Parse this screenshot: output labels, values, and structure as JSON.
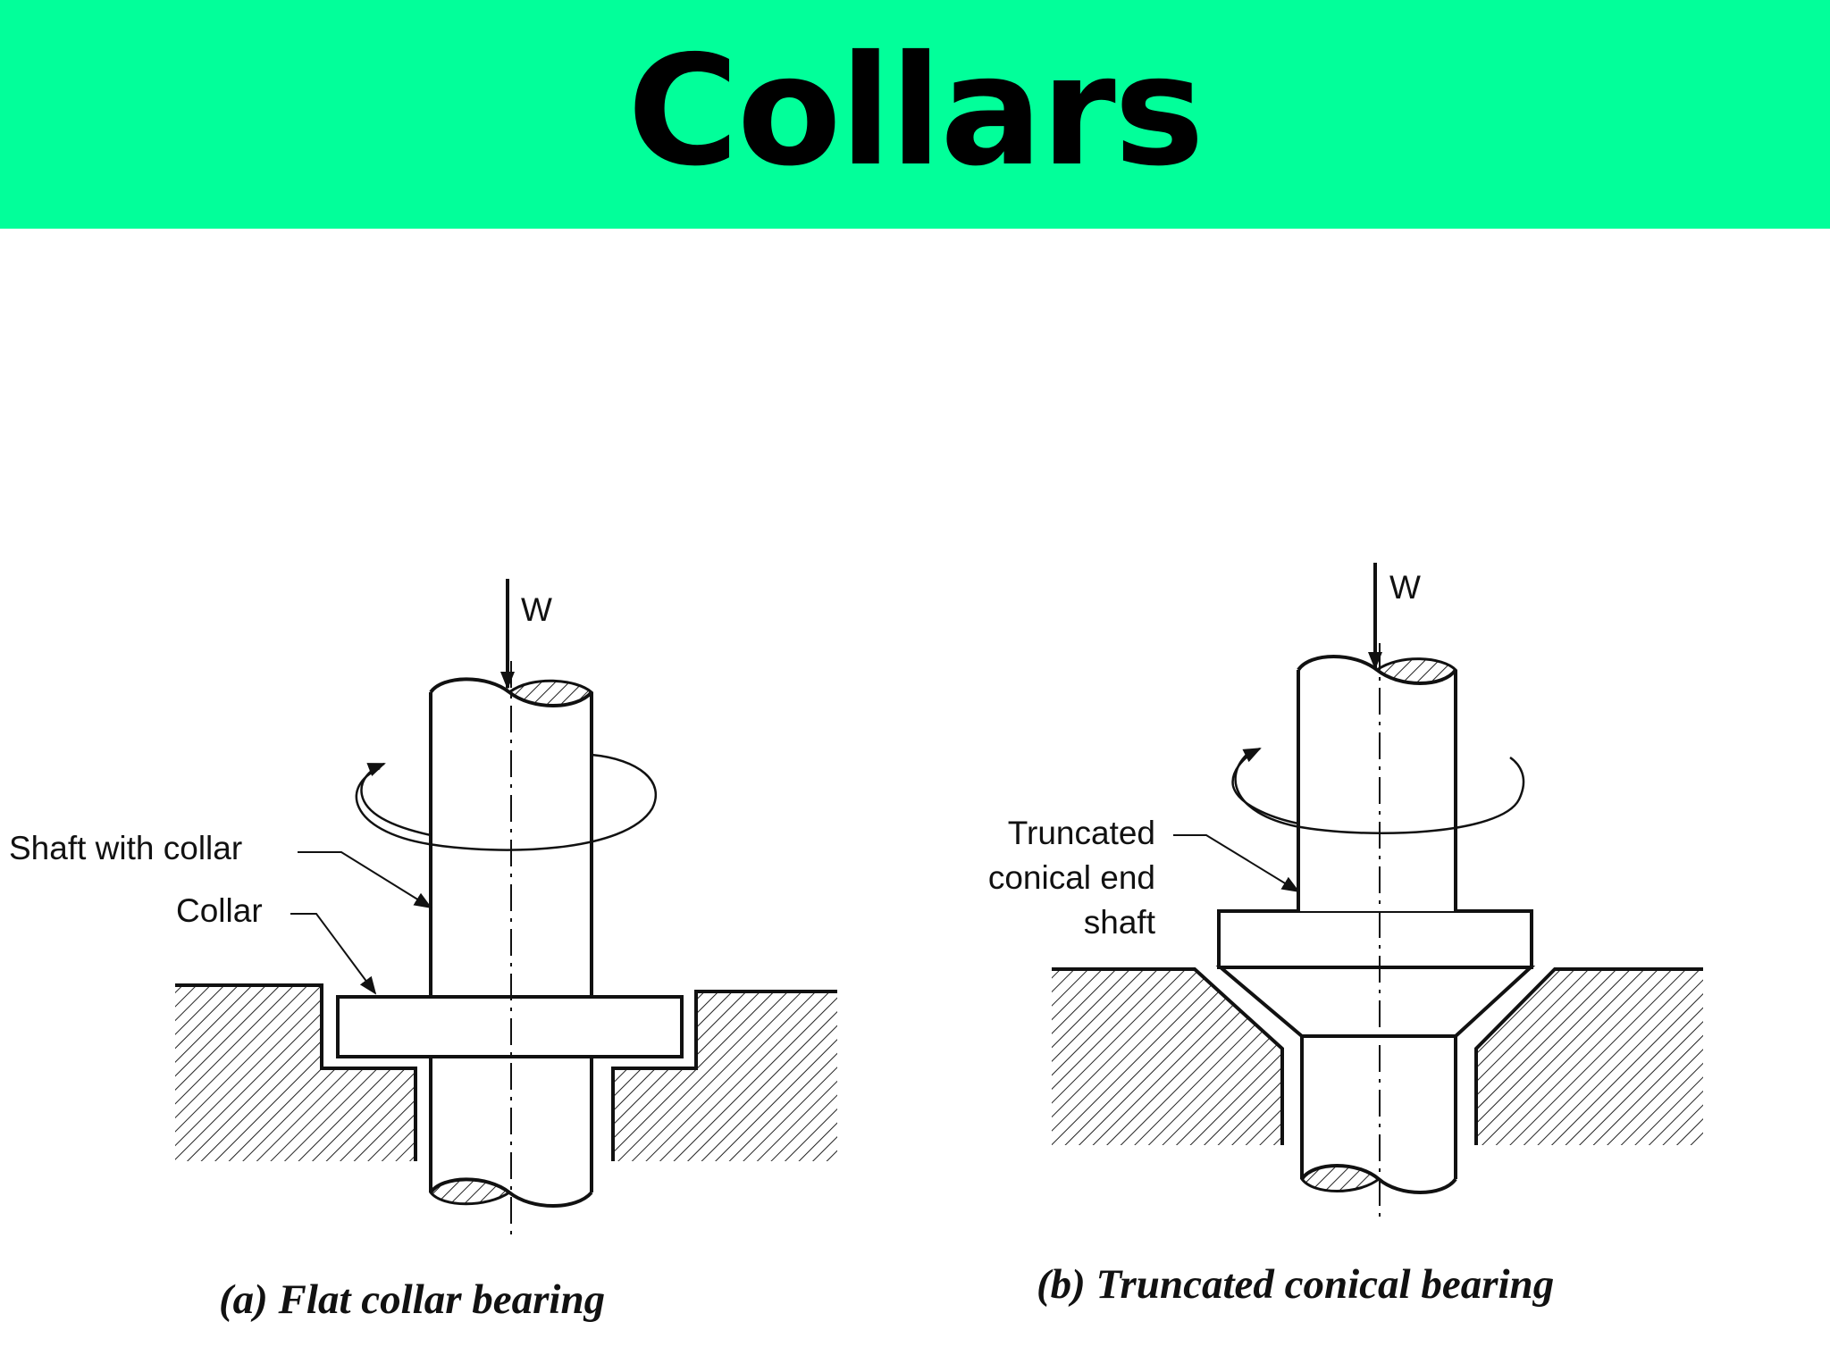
{
  "slide": {
    "title": "Collars",
    "header_color": "#02FF9A"
  },
  "diagram_a": {
    "load_label": "W",
    "label_shaft": "Shaft with collar",
    "label_collar": "Collar",
    "caption": "(a) Flat collar bearing"
  },
  "diagram_b": {
    "load_label": "W",
    "label_line1": "Truncated",
    "label_line2": "conical end",
    "label_line3": "shaft",
    "caption": "(b) Truncated conical bearing"
  }
}
